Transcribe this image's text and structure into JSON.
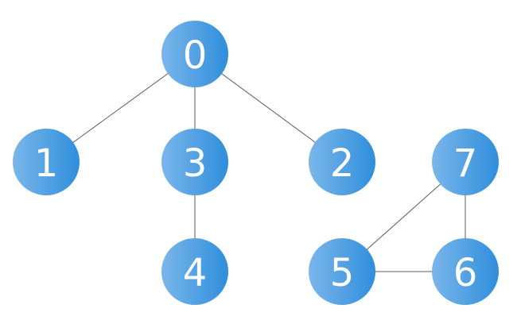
{
  "graph": {
    "node_fill_start": "#7ab6ea",
    "node_fill_end": "#2f8edc",
    "edge_color": "#5b5b5b",
    "nodes": [
      {
        "id": "0",
        "label": "0"
      },
      {
        "id": "1",
        "label": "1"
      },
      {
        "id": "2",
        "label": "2"
      },
      {
        "id": "3",
        "label": "3"
      },
      {
        "id": "4",
        "label": "4"
      },
      {
        "id": "5",
        "label": "5"
      },
      {
        "id": "6",
        "label": "6"
      },
      {
        "id": "7",
        "label": "7"
      }
    ],
    "edges": [
      [
        "0",
        "1"
      ],
      [
        "0",
        "3"
      ],
      [
        "0",
        "2"
      ],
      [
        "3",
        "4"
      ],
      [
        "7",
        "5"
      ],
      [
        "5",
        "6"
      ],
      [
        "7",
        "6"
      ]
    ]
  }
}
